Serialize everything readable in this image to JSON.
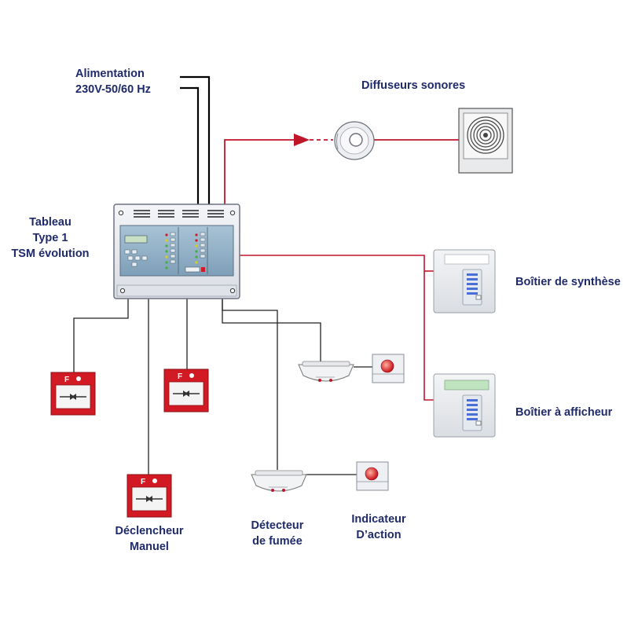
{
  "labels": {
    "power_line1": "Alimentation",
    "power_line2": "230V-50/60 Hz",
    "sounders": "Diffuseurs sonores",
    "panel_line1": "Tableau",
    "panel_line2": "Type 1",
    "panel_line3": "TSM évolution",
    "summary_box": "Boîtier de synthèse",
    "display_box": "Boîtier à afficheur",
    "call_point_line1": "Déclencheur",
    "call_point_line2": "Manuel",
    "detector_line1": "Détecteur",
    "detector_line2": "de fumée",
    "indicator_line1": "Indicateur",
    "indicator_line2": "D’action"
  },
  "call_point_mark": "F",
  "colors": {
    "label_text": "#1f2a6b",
    "power_wire": "#000000",
    "signal_wire": "#c0162a",
    "loop_wire": "#222222",
    "call_point_red": "#d21a24",
    "panel_body": "#eef0f4",
    "panel_screen": "#8fb0c8",
    "box_body": "#eef0f3"
  }
}
